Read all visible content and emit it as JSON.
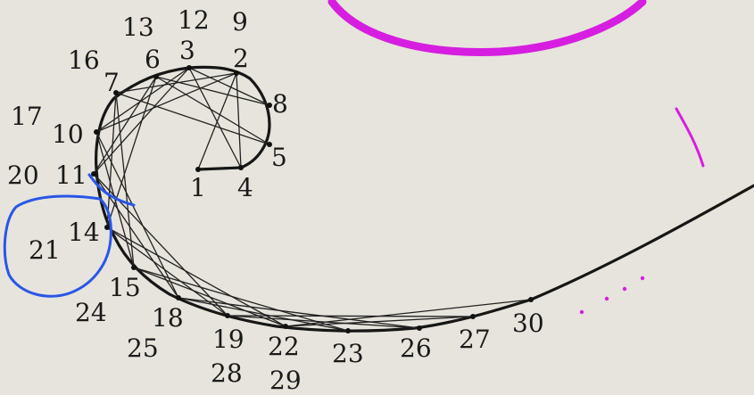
{
  "diagram": {
    "labels": [
      "1",
      "2",
      "3",
      "4",
      "5",
      "6",
      "7",
      "8",
      "9",
      "10",
      "11",
      "12",
      "13",
      "14",
      "15",
      "16",
      "17",
      "18",
      "19",
      "20",
      "21",
      "22",
      "23",
      "24",
      "25",
      "26",
      "27",
      "28",
      "29",
      "30"
    ],
    "colors": {
      "paper": "#e6e4dc",
      "ink": "#161616",
      "magenta_annotation": "#d61ee0",
      "blue_annotation": "#2a56e8"
    }
  }
}
